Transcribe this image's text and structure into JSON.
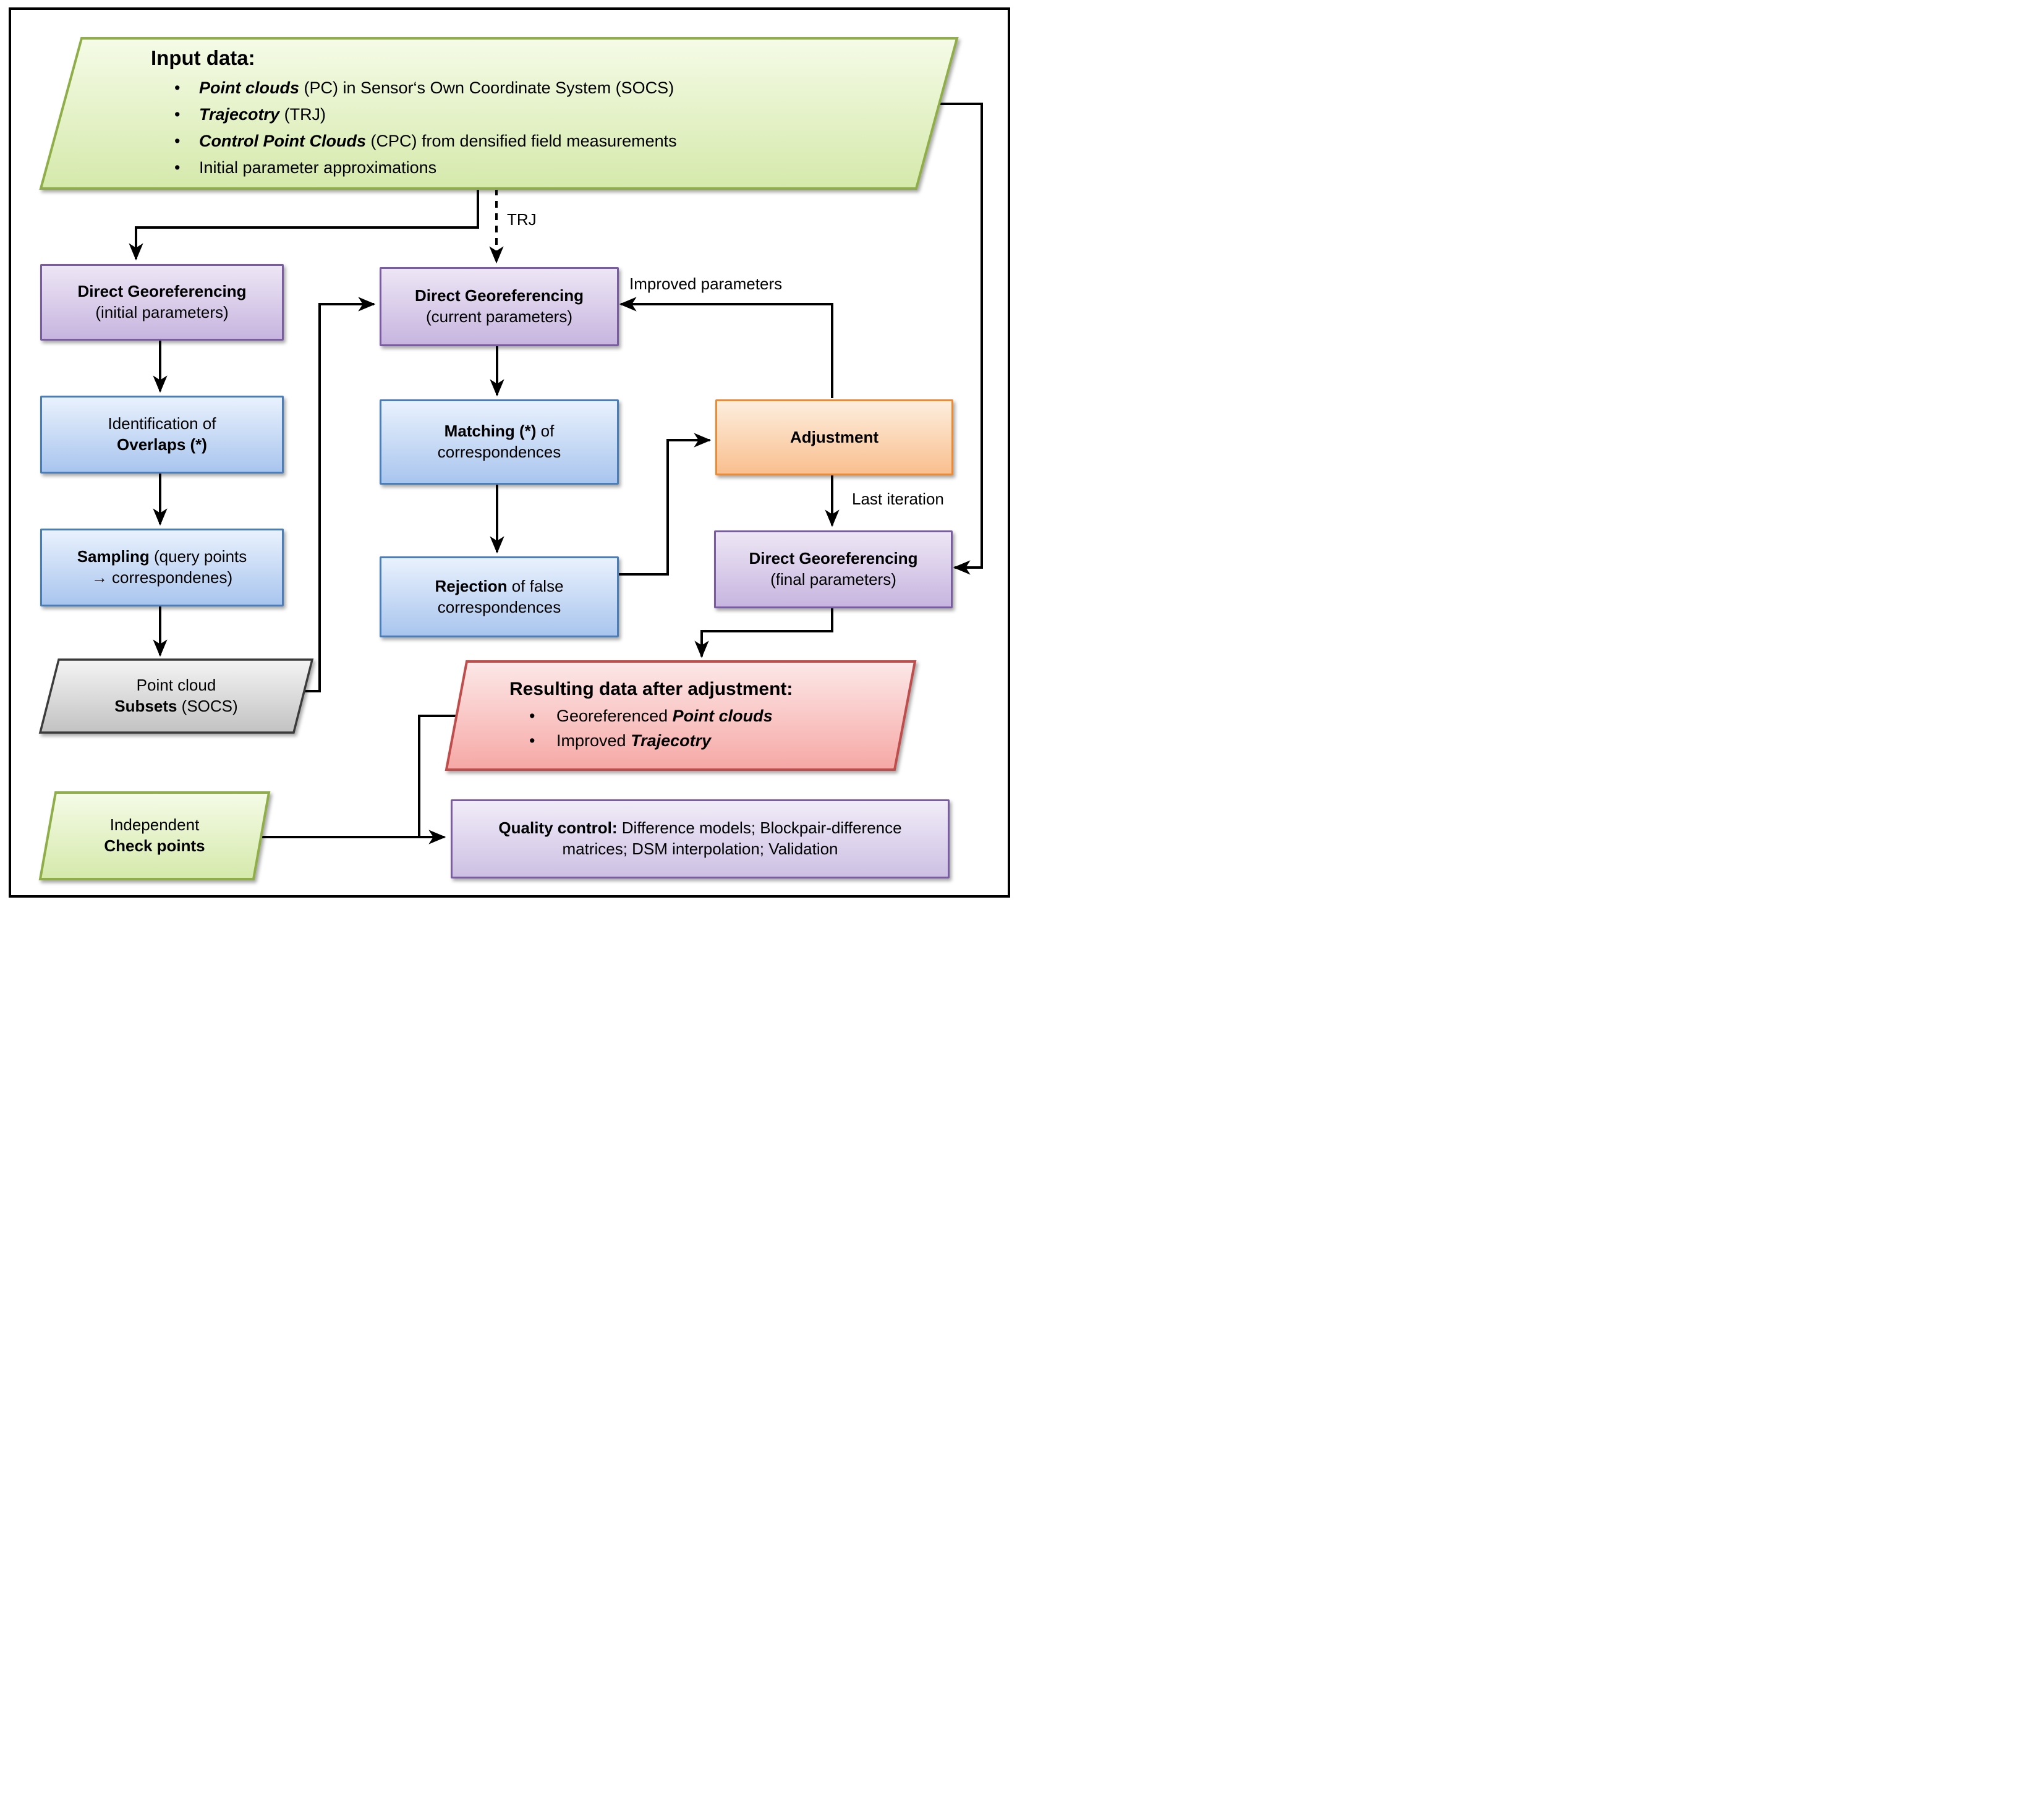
{
  "input_box": {
    "heading": "Input data:",
    "bullets": [
      {
        "em": "Point clouds",
        "rest": " (PC) in Sensor‘s Own Coordinate System (SOCS)"
      },
      {
        "em": "Trajecotry",
        "rest": " (TRJ)"
      },
      {
        "em": "Control Point Clouds",
        "rest": " (CPC) from densified field measurements"
      },
      {
        "em": "",
        "rest": "Initial parameter approximations"
      }
    ]
  },
  "nodes": {
    "dg_initial": {
      "line1": "Direct Georeferencing",
      "line2": "(initial parameters)"
    },
    "identification": {
      "line1": "Identification of",
      "line2": "Overlaps (*)"
    },
    "sampling": {
      "line1_bold": "Sampling",
      "line1_rest": " (query points",
      "line2": "→ correspondenes)"
    },
    "subsets": {
      "line1": "Point cloud",
      "line2_bold": "Subsets",
      "line2_rest": " (SOCS)"
    },
    "dg_current": {
      "line1": "Direct Georeferencing",
      "line2": "(current parameters)"
    },
    "matching": {
      "line1_bold": "Matching (*)",
      "line1_rest": " of",
      "line2": "correspondences"
    },
    "rejection": {
      "line1_bold": "Rejection",
      "line1_rest": " of false",
      "line2": "correspondences"
    },
    "adjustment": {
      "label": "Adjustment"
    },
    "dg_final": {
      "line1": "Direct Georeferencing",
      "line2": "(final parameters)"
    },
    "resulting": {
      "heading": "Resulting data after adjustment:",
      "bullets": [
        {
          "pre": "Georeferenced ",
          "em": "Point clouds"
        },
        {
          "pre": "Improved ",
          "em": "Trajecotry"
        }
      ]
    },
    "checkpoints": {
      "line1": "Independent",
      "line2": "Check points"
    },
    "quality": {
      "bold": "Quality control:",
      "rest": " Difference models; Blockpair-difference matrices; DSM interpolation; Validation"
    }
  },
  "labels": {
    "trj": "TRJ",
    "improved_parameters": "Improved parameters",
    "last_iteration": "Last iteration",
    "bullet": "•"
  },
  "colors": {
    "line": "#000000",
    "green_border": "#8fae4a",
    "green_fill_top": "#f5fbe7",
    "green_fill_bottom": "#d5e9ab",
    "purple_border": "#7a5ca3",
    "purple_fill_top": "#ede6f5",
    "purple_fill_bottom": "#c7b5df",
    "blue_border": "#4a7ebb",
    "blue_fill_top": "#e9f1fd",
    "blue_fill_bottom": "#a9c5ee",
    "orange_border": "#ed8a33",
    "orange_fill_top": "#fdeede",
    "orange_fill_bottom": "#f9bf8f",
    "gray_border": "#3a3a3a",
    "gray_fill_top": "#f4f4f4",
    "gray_fill_bottom": "#c2c2c2",
    "pink_border": "#bf4d4b",
    "pink_fill_top": "#fce8e8",
    "pink_fill_bottom": "#f6a8a5",
    "lavender_fill_top": "#f1ecf8",
    "lavender_fill_bottom": "#cdc0e3"
  }
}
